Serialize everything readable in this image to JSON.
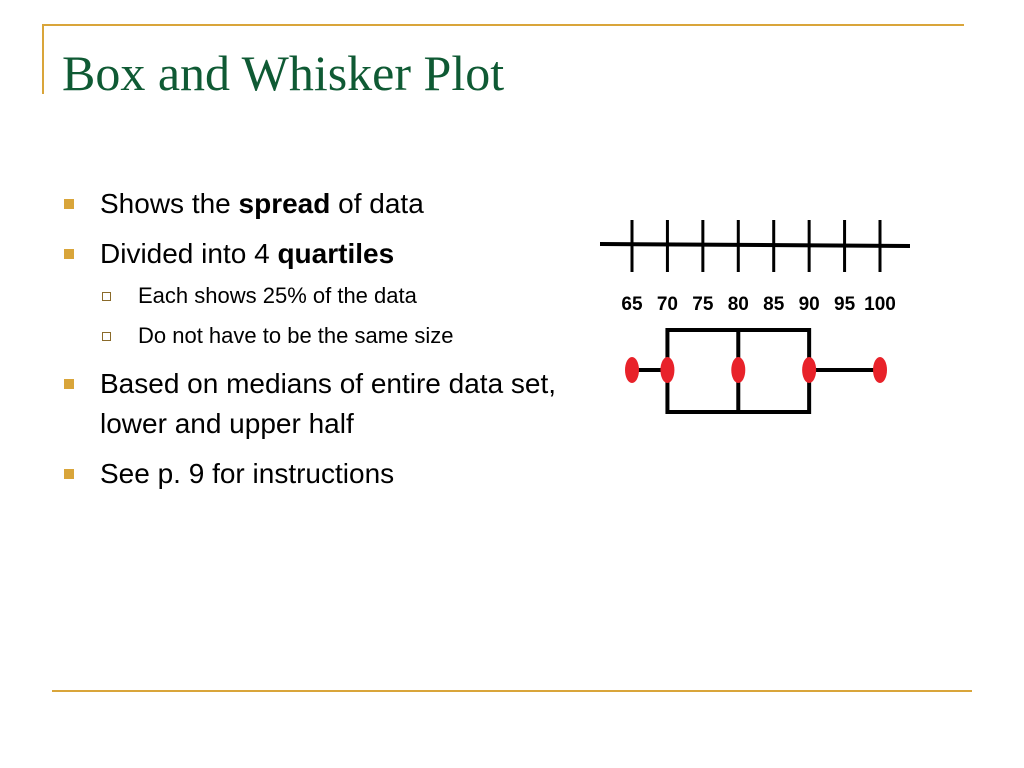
{
  "slide": {
    "title": "Box and Whisker Plot",
    "bullets": [
      {
        "pre": "Shows the ",
        "bold": "spread",
        "post": " of data"
      },
      {
        "pre": "Divided into 4 ",
        "bold": "quartiles",
        "post": ""
      },
      {
        "sub": "Each shows 25% of the data"
      },
      {
        "sub": "Do not have to be the same size"
      },
      {
        "text": "Based on medians of entire data set, lower and upper half"
      },
      {
        "text": "See p. 9 for instructions"
      }
    ]
  },
  "colors": {
    "title": "#0f5a34",
    "accent": "#d9a53a",
    "dots": "#e8222a"
  },
  "chart_data": {
    "type": "boxplot",
    "ticks": [
      "65",
      "70",
      "75",
      "80",
      "85",
      "90",
      "95",
      "100"
    ],
    "xlim": [
      65,
      100
    ],
    "min": 65,
    "q1": 70,
    "median": 80,
    "q3": 90,
    "max": 100
  }
}
